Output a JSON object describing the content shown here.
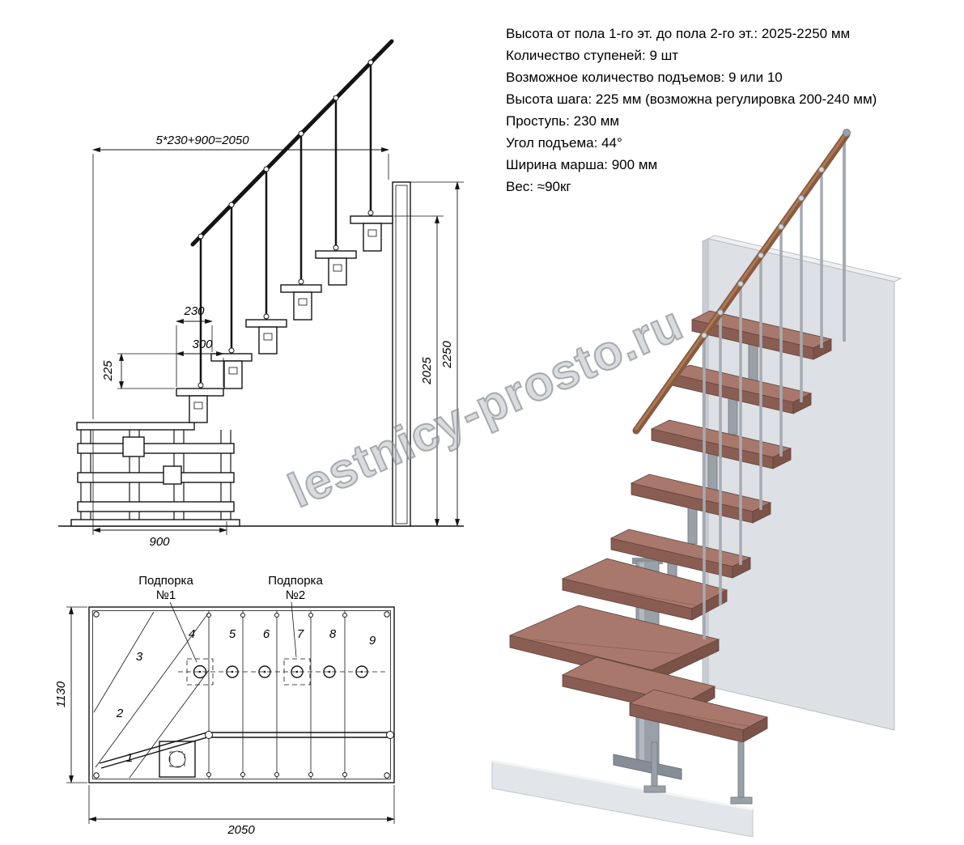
{
  "specs": {
    "lines": [
      "Высота от пола 1-го эт. до пола 2-го эт.: 2025-2250 мм",
      "Количество ступеней: 9 шт",
      "Возможное количество подъемов: 9 или 10",
      "Высота шага: 225 мм (возможна регулировка 200-240 мм)",
      "Проступь: 230 мм",
      "Угол подъема: 44°",
      "Ширина марша: 900 мм",
      "Вес: ≈90кг"
    ]
  },
  "elevation": {
    "dim_top": "5*230+900=2050",
    "dim_230": "230",
    "dim_300": "300",
    "dim_225": "225",
    "dim_900": "900",
    "dim_2025": "2025",
    "dim_2250": "2250"
  },
  "plan": {
    "support1_line1": "Подпорка",
    "support1_line2": "№1",
    "support2_line1": "Подпорка",
    "support2_line2": "№2",
    "dim_1130": "1130",
    "dim_2050": "2050",
    "steps": [
      "1",
      "2",
      "3",
      "4",
      "5",
      "6",
      "7",
      "8",
      "9"
    ]
  },
  "watermark": "lestnicy-prosto.ru",
  "colors": {
    "line": "#141414",
    "tread_wood": "#a8786c",
    "handrail_wood": "#8a5a40",
    "metal": "#9aa0a8",
    "wall": "#dde0e5"
  }
}
